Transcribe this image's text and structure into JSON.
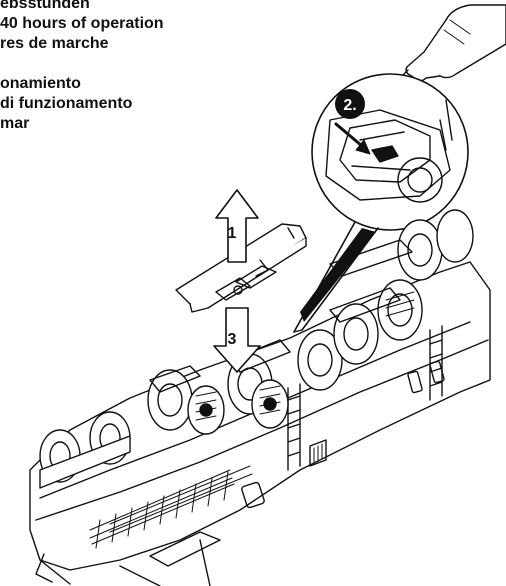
{
  "instructions": {
    "lines": [
      "ebsstunden",
      "40 hours of operation",
      "res de marche",
      "onamiento",
      "di funzionamento",
      "mar"
    ]
  },
  "steps": {
    "step1": "1",
    "step2": "2.",
    "step3": "3"
  },
  "colors": {
    "ink": "#111111",
    "background": "#ffffff",
    "label_fill": "#111111",
    "label_text": "#ffffff"
  }
}
